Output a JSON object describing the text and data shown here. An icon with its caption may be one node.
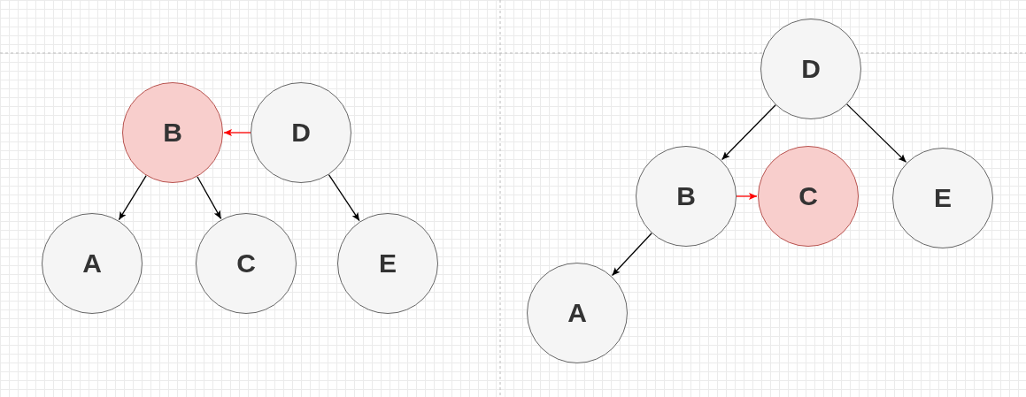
{
  "diagram": {
    "nodes": [
      {
        "text": [
          "B"
        ]
      },
      {
        "text": [
          "D"
        ]
      },
      {
        "text": [
          "A"
        ]
      },
      {
        "text": [
          "C"
        ]
      },
      {
        "text": [
          "E"
        ]
      },
      {
        "text": [
          "D"
        ]
      },
      {
        "text": [
          "B"
        ]
      },
      {
        "text": [
          "C"
        ]
      },
      {
        "text": [
          "E"
        ]
      },
      {
        "text": [
          "A"
        ]
      }
    ],
    "edges": [
      {
        "from": 1,
        "to": 0,
        "arrow": "to",
        "color": "#ff0000"
      },
      {
        "from": 0,
        "to": 2,
        "arrow": "to"
      },
      {
        "from": 0,
        "to": 3,
        "arrow": "to"
      },
      {
        "from": 1,
        "to": 4,
        "arrow": "to"
      },
      {
        "from": 5,
        "to": 6,
        "arrow": "to"
      },
      {
        "from": 5,
        "to": 8,
        "arrow": "to"
      },
      {
        "from": 6,
        "to": 7,
        "arrow": "to",
        "color": "#ff0000"
      },
      {
        "from": 6,
        "to": 9,
        "arrow": "to"
      }
    ]
  }
}
